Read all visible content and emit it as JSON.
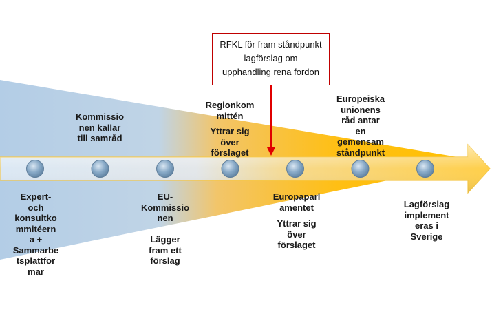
{
  "note": "RFKL för fram ståndpunkt\nlagförslag om\nupphandling rena fordon",
  "milestones": [
    "Expert-\noch\nkonsultko\nmmitéern\na +\nSammarbe\ntsplattfor\nmar",
    "Kommissio\nnen kallar\ntill samråd",
    "EU-\nKommissio\nnen",
    "Lägger\nfram ett\nförslag",
    "Regionkom\nmittén",
    "Yttrar sig\növer\nförslaget",
    "Europaparl\namentet",
    "Yttrar sig\növer\nförslaget",
    "Europeiska\nunionens\nråd antar\nen\ngemensam\nståndpunkt",
    "Lagförslag\nimplement\neras i\nSverige"
  ],
  "colors": {
    "timeline_start": "#bcd4ea",
    "timeline_end": "#ffc000",
    "note_border": "#c00000",
    "pointer_arrow": "#e00000",
    "node": "#7fa2c2"
  },
  "node_count": 7
}
